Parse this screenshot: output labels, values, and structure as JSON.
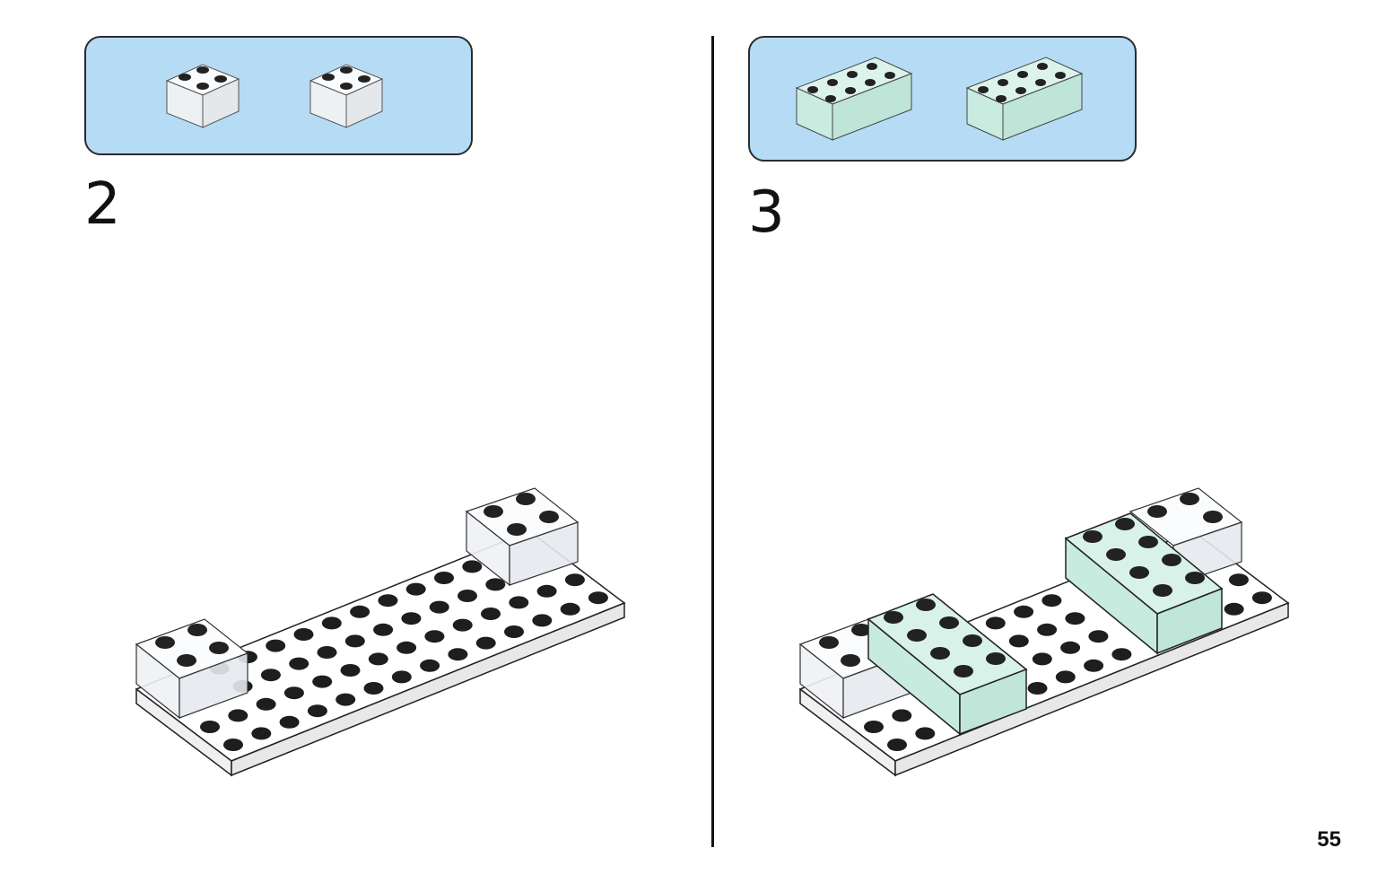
{
  "steps": [
    {
      "number": "2",
      "parts": [
        {
          "icon": "brick-2x2-clear-icon",
          "color": "#f4f6f8"
        },
        {
          "icon": "brick-2x2-clear-icon",
          "color": "#f4f6f8"
        }
      ]
    },
    {
      "number": "3",
      "parts": [
        {
          "icon": "brick-2x4-mint-icon",
          "color": "#cfeee4"
        },
        {
          "icon": "brick-2x4-mint-icon",
          "color": "#cfeee4"
        }
      ]
    }
  ],
  "page_number": "55",
  "colors": {
    "parts_panel": "#b6dcf5",
    "mint": "#cfeee4",
    "clear": "#f4f6f8",
    "outline": "#111111"
  }
}
